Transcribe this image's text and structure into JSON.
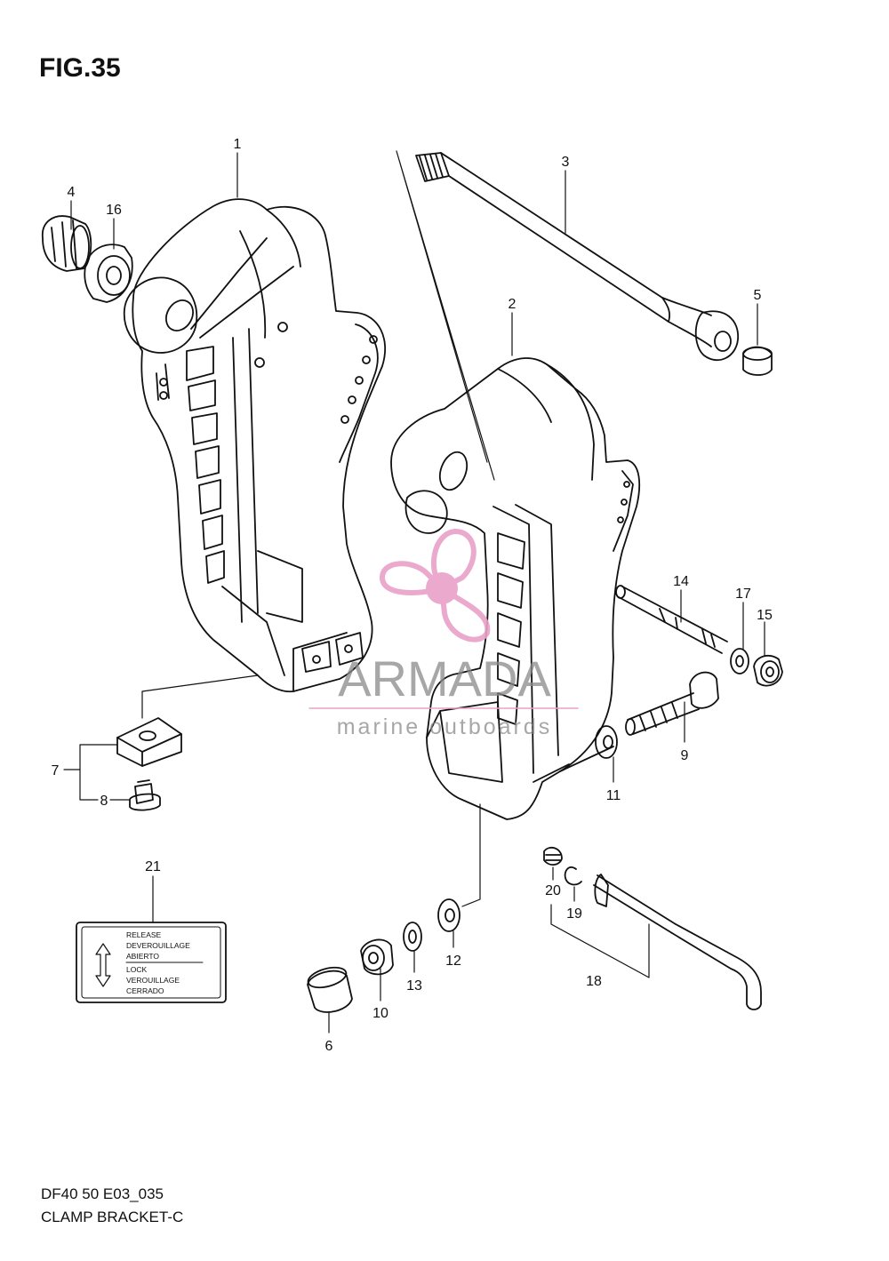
{
  "figure": {
    "title": "FIG.35"
  },
  "callouts": [
    "1",
    "2",
    "3",
    "4",
    "5",
    "6",
    "7",
    "8",
    "9",
    "10",
    "11",
    "12",
    "13",
    "14",
    "15",
    "16",
    "17",
    "18",
    "19",
    "20",
    "21"
  ],
  "decal": {
    "lines": [
      "RELEASE",
      "DEVEROUILLAGE",
      "ABIERTO",
      "LOCK",
      "VEROUILLAGE",
      "CERRADO"
    ]
  },
  "watermark": {
    "brand": "ARMADA",
    "tagline": "marine outboards",
    "color": "#e8a0c8"
  },
  "footer": {
    "code": "DF40 50 E03_035",
    "name": "CLAMP BRACKET-C"
  }
}
